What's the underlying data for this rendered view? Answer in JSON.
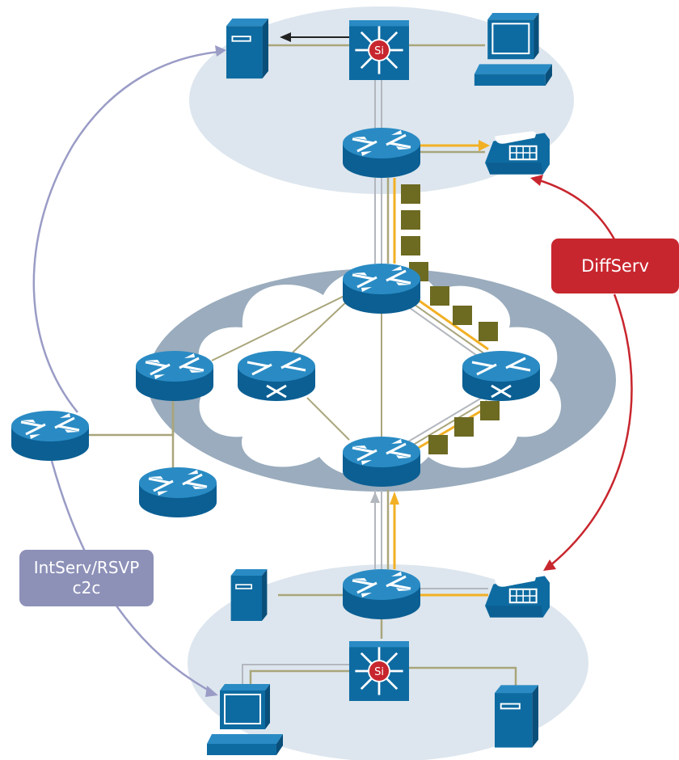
{
  "labels": {
    "diffserv": "DiffServ",
    "intserv_line1": "IntServ/RSVP",
    "intserv_line2": "c2c",
    "switch_badge": "Si"
  },
  "colors": {
    "device_blue": "#0e6ba1",
    "device_blue_light": "#2a8bc4",
    "device_blue_dark": "#0a4f7a",
    "site_cloud": "#dde6ee",
    "core_ring": "#9aacbd",
    "link_olive": "#a9a57b",
    "link_gray": "#b3b7be",
    "signal_amber": "#f2b024",
    "packet_olive": "#6d6a22",
    "diffserv_red": "#c8262e",
    "intserv_lavender": "#8d91b8"
  },
  "icons": [
    "router-icon",
    "layer3-switch-icon",
    "atm-switch-router-icon",
    "server-icon",
    "workstation-icon",
    "ip-phone-icon",
    "packet-square-icon",
    "cloud-icon"
  ]
}
